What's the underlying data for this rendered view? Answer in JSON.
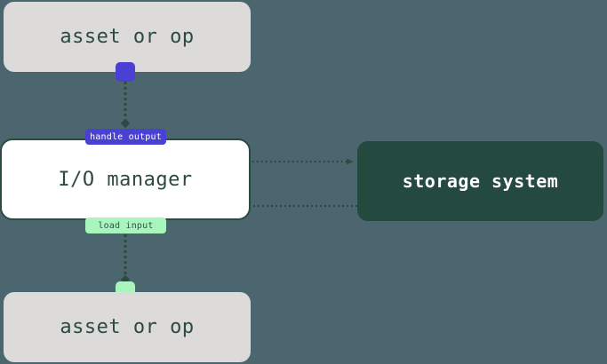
{
  "diagram": {
    "title": "io-manager-data-flow",
    "background_color": "#4b666f",
    "nodes": {
      "asset_top": {
        "label": "asset or op",
        "bg": "#dcdbd9",
        "text_color": "#2d4a42"
      },
      "io_manager": {
        "label": "I/O manager",
        "bg": "#ffffff",
        "border_color": "#2d4a42",
        "text_color": "#2d4a42"
      },
      "storage": {
        "label": "storage system",
        "bg": "#244a40",
        "text_color": "#ffffff"
      },
      "asset_bottom": {
        "label": "asset or op",
        "bg": "#dcdbd9",
        "text_color": "#2d4a42"
      }
    },
    "ports": {
      "output_port": {
        "name": "output-port",
        "color": "#4a41d4"
      },
      "input_port": {
        "name": "input-port",
        "color": "#a8f5bd"
      }
    },
    "edges": [
      {
        "id": "handle-output",
        "label": "handle output",
        "from": "asset_top",
        "to": "io_manager",
        "label_bg": "#4a41d4",
        "label_text_color": "#ffffff",
        "line_color": "#2d4a42",
        "style": "dotted"
      },
      {
        "id": "io-to-storage",
        "label": "",
        "from": "io_manager",
        "to": "storage",
        "line_color": "#2d4a42",
        "style": "dotted",
        "arrow": "right"
      },
      {
        "id": "storage-to-io",
        "label": "",
        "from": "storage",
        "to": "io_manager",
        "line_color": "#2d4a42",
        "style": "dotted",
        "arrow": "down"
      },
      {
        "id": "load-input",
        "label": "load input",
        "from": "io_manager",
        "to": "asset_bottom",
        "label_bg": "#a8f5bd",
        "label_text_color": "#34524a",
        "line_color": "#2d4a42",
        "style": "dotted"
      }
    ]
  }
}
